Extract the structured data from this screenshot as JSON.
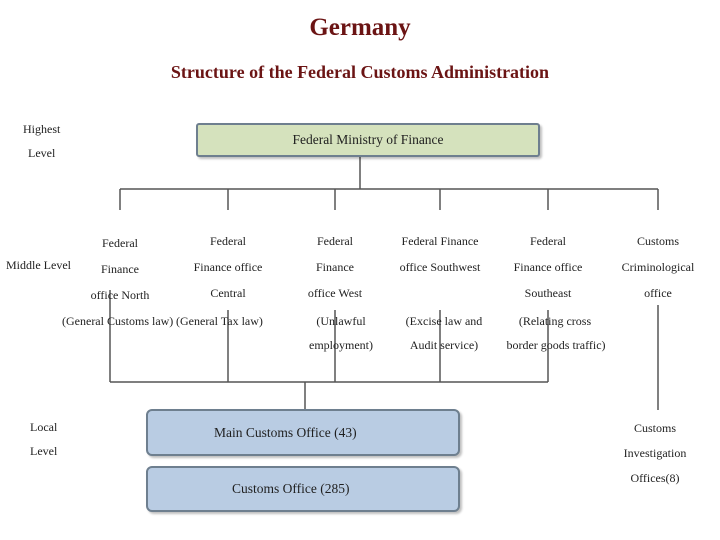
{
  "title": "Germany",
  "subtitle": "Structure of the Federal Customs Administration",
  "levels": {
    "highest_1": "Highest",
    "highest_2": "Level",
    "middle": "Middle Level",
    "local_1": "Local",
    "local_2": "Level"
  },
  "ministry": "Federal Ministry of Finance",
  "offices": {
    "north": {
      "l1": "Federal",
      "l2": "Finance",
      "l3": "office North",
      "note": "(General Customs law)"
    },
    "central": {
      "l1": "Federal",
      "l2": "Finance office",
      "l3": "Central",
      "note": "(General Tax law)"
    },
    "west": {
      "l1": "Federal",
      "l2": "Finance",
      "l3": "office West",
      "note1": "(Unlawful",
      "note2": "employment)"
    },
    "southwest": {
      "l1": "Federal Finance",
      "l2": "office Southwest",
      "note1": "(Excise law and",
      "note2": "Audit service)"
    },
    "southeast": {
      "l1": "Federal",
      "l2": "Finance office",
      "l3": "Southeast",
      "note1": "(Relating cross",
      "note2": "border goods traffic)"
    },
    "criminological": {
      "l1": "Customs",
      "l2": "Criminological",
      "l3": "office"
    }
  },
  "local": {
    "main_office": "Main Customs Office (43)",
    "customs_office": "Customs Office (285)",
    "investigation_1": "Customs",
    "investigation_2": "Investigation",
    "investigation_3": "Offices(8)"
  }
}
